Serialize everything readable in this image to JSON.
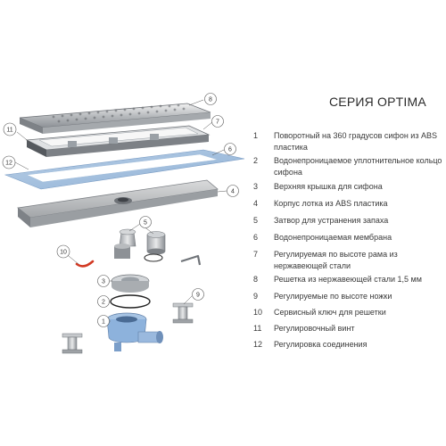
{
  "title": "СЕРИЯ OPTIMA",
  "callouts": [
    "1",
    "2",
    "3",
    "4",
    "5",
    "6",
    "7",
    "8",
    "9",
    "10",
    "11",
    "12"
  ],
  "legend": [
    {
      "num": "1",
      "text": "Поворотный на 360 градусов сифон из ABS пластика"
    },
    {
      "num": "2",
      "text": "Водонепроницаемое уплотнительное кольцо сифона"
    },
    {
      "num": "3",
      "text": "Верхняя крышка для сифона"
    },
    {
      "num": "4",
      "text": "Корпус лотка из ABS пластика"
    },
    {
      "num": "5",
      "text": "Затвор для устранения запаха"
    },
    {
      "num": "6",
      "text": "Водонепроницаемая мембрана"
    },
    {
      "num": "7",
      "text": "Регулируемая по высоте рама из нержавеющей стали"
    },
    {
      "num": "8",
      "text": "Решетка из нержавеющей стали 1,5 мм"
    },
    {
      "num": "9",
      "text": "Регулируемые по высоте ножки"
    },
    {
      "num": "10",
      "text": "Сервисный ключ для решетки"
    },
    {
      "num": "11",
      "text": "Регулировочный винт"
    },
    {
      "num": "12",
      "text": "Регулировка соединения"
    }
  ]
}
